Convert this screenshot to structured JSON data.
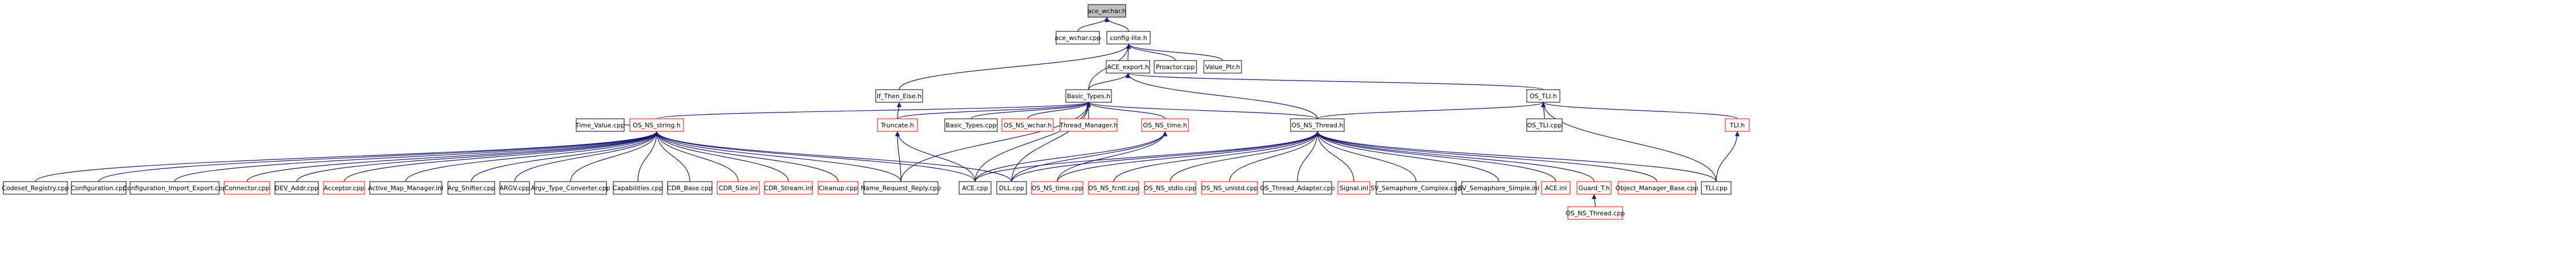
{
  "colors": {
    "edge": "#191970",
    "border_normal": "#000000",
    "border_truncated": "#ff0000",
    "root_fill": "#c0c0c0",
    "node_fill": "#ffffff",
    "text": "#000000"
  },
  "nodes": [
    {
      "id": "ace_wchar_h",
      "label": "ace_wchar.h",
      "kind": "root"
    },
    {
      "id": "ace_wchar_cpp",
      "label": "ace_wchar.cpp",
      "kind": "normal"
    },
    {
      "id": "config_lite_h",
      "label": "config-lite.h",
      "kind": "normal"
    },
    {
      "id": "ace_export_h",
      "label": "ACE_export.h",
      "kind": "normal"
    },
    {
      "id": "proactor_cpp",
      "label": "Proactor.cpp",
      "kind": "normal"
    },
    {
      "id": "value_ptr_h",
      "label": "Value_Ptr.h",
      "kind": "normal"
    },
    {
      "id": "if_then_else_h",
      "label": "If_Then_Else.h",
      "kind": "normal"
    },
    {
      "id": "basic_types_h",
      "label": "Basic_Types.h",
      "kind": "normal"
    },
    {
      "id": "os_tli_h",
      "label": "OS_TLI.h",
      "kind": "normal"
    },
    {
      "id": "time_value_cpp",
      "label": "Time_Value.cpp",
      "kind": "normal"
    },
    {
      "id": "os_ns_string_h",
      "label": "OS_NS_string.h",
      "kind": "truncated"
    },
    {
      "id": "truncate_h",
      "label": "Truncate.h",
      "kind": "truncated"
    },
    {
      "id": "basic_types_cpp",
      "label": "Basic_Types.cpp",
      "kind": "normal"
    },
    {
      "id": "os_ns_wchar_h",
      "label": "OS_NS_wchar.h",
      "kind": "truncated"
    },
    {
      "id": "thread_manager_h",
      "label": "Thread_Manager.h",
      "kind": "truncated"
    },
    {
      "id": "os_ns_time_h",
      "label": "OS_NS_time.h",
      "kind": "truncated"
    },
    {
      "id": "os_ns_thread_h",
      "label": "OS_NS_Thread.h",
      "kind": "normal"
    },
    {
      "id": "os_tli_cpp",
      "label": "OS_TLI.cpp",
      "kind": "normal"
    },
    {
      "id": "tli_h",
      "label": "TLI.h",
      "kind": "truncated"
    },
    {
      "id": "codeset_registry_cpp",
      "label": "Codeset_Registry.cpp",
      "kind": "normal"
    },
    {
      "id": "configuration_cpp",
      "label": "Configuration.cpp",
      "kind": "normal"
    },
    {
      "id": "configuration_import_export_cpp",
      "label": "Configuration_Import_Export.cpp",
      "kind": "normal"
    },
    {
      "id": "connector_cpp",
      "label": "Connector.cpp",
      "kind": "truncated"
    },
    {
      "id": "dev_addr_cpp",
      "label": "DEV_Addr.cpp",
      "kind": "normal"
    },
    {
      "id": "acceptor_cpp",
      "label": "Acceptor.cpp",
      "kind": "truncated"
    },
    {
      "id": "active_map_manager_inl",
      "label": "Active_Map_Manager.inl",
      "kind": "normal"
    },
    {
      "id": "arg_shifter_cpp",
      "label": "Arg_Shifter.cpp",
      "kind": "normal"
    },
    {
      "id": "argv_cpp",
      "label": "ARGV.cpp",
      "kind": "normal"
    },
    {
      "id": "args_type_converter_cpp",
      "label": "Argv_Type_Converter.cpp",
      "kind": "normal"
    },
    {
      "id": "capabilities_cpp",
      "label": "Capabilities.cpp",
      "kind": "normal"
    },
    {
      "id": "cdr_base_cpp",
      "label": "CDR_Base.cpp",
      "kind": "normal"
    },
    {
      "id": "cdr_size_inl",
      "label": "CDR_Size.inl",
      "kind": "truncated"
    },
    {
      "id": "cdr_stream_inl",
      "label": "CDR_Stream.inl",
      "kind": "truncated"
    },
    {
      "id": "cleanup_cpp",
      "label": "Cleanup.cpp",
      "kind": "truncated"
    },
    {
      "id": "name_request_reply_cpp",
      "label": "Name_Request_Reply.cpp",
      "kind": "normal"
    },
    {
      "id": "ace_cpp",
      "label": "ACE.cpp",
      "kind": "normal"
    },
    {
      "id": "dll_cpp",
      "label": "DLL.cpp",
      "kind": "normal"
    },
    {
      "id": "os_ns_time_cpp",
      "label": "OS_NS_time.cpp",
      "kind": "truncated"
    },
    {
      "id": "os_ns_fcntl_cpp",
      "label": "OS_NS_fcntl.cpp",
      "kind": "truncated"
    },
    {
      "id": "os_ns_stdio_cpp",
      "label": "OS_NS_stdio.cpp",
      "kind": "truncated"
    },
    {
      "id": "os_ns_unistd_cpp",
      "label": "OS_NS_unistd.cpp",
      "kind": "truncated"
    },
    {
      "id": "os_thread_adapter_cpp",
      "label": "OS_Thread_Adapter.cpp",
      "kind": "normal"
    },
    {
      "id": "signal_inl",
      "label": "Signal.inl",
      "kind": "truncated"
    },
    {
      "id": "sv_semaphore_complex_cpp",
      "label": "SV_Semaphore_Complex.cpp",
      "kind": "normal"
    },
    {
      "id": "sv_semaphore_simple_inl",
      "label": "SV_Semaphore_Simple.inl",
      "kind": "normal"
    },
    {
      "id": "ace_inl",
      "label": "ACE.inl",
      "kind": "truncated"
    },
    {
      "id": "guard_t_h",
      "label": "Guard_T.h",
      "kind": "truncated"
    },
    {
      "id": "object_manager_base_cpp",
      "label": "Object_Manager_Base.cpp",
      "kind": "truncated"
    },
    {
      "id": "tli_cpp",
      "label": "TLI.cpp",
      "kind": "normal"
    },
    {
      "id": "os_ns_thread_cpp",
      "label": "OS_NS_Thread.cpp",
      "kind": "truncated"
    }
  ],
  "edges": [
    [
      "ace_wchar_h",
      "ace_wchar_cpp"
    ],
    [
      "ace_wchar_h",
      "config_lite_h"
    ],
    [
      "config_lite_h",
      "ace_export_h"
    ],
    [
      "config_lite_h",
      "proactor_cpp"
    ],
    [
      "config_lite_h",
      "value_ptr_h"
    ],
    [
      "config_lite_h",
      "if_then_else_h"
    ],
    [
      "config_lite_h",
      "basic_types_h"
    ],
    [
      "ace_export_h",
      "basic_types_h"
    ],
    [
      "ace_export_h",
      "os_tli_h"
    ],
    [
      "ace_export_h",
      "os_ns_thread_h"
    ],
    [
      "if_then_else_h",
      "truncate_h"
    ],
    [
      "basic_types_h",
      "os_ns_string_h"
    ],
    [
      "basic_types_h",
      "truncate_h"
    ],
    [
      "basic_types_h",
      "basic_types_cpp"
    ],
    [
      "basic_types_h",
      "os_ns_wchar_h"
    ],
    [
      "basic_types_h",
      "thread_manager_h"
    ],
    [
      "basic_types_h",
      "os_ns_time_h"
    ],
    [
      "basic_types_h",
      "os_ns_thread_h"
    ],
    [
      "basic_types_h",
      "ace_cpp"
    ],
    [
      "basic_types_h",
      "dll_cpp"
    ],
    [
      "basic_types_h",
      "name_request_reply_cpp"
    ],
    [
      "os_tli_h",
      "os_tli_cpp"
    ],
    [
      "os_tli_h",
      "tli_h"
    ],
    [
      "os_tli_h",
      "os_ns_thread_h"
    ],
    [
      "os_tli_h",
      "tli_cpp"
    ],
    [
      "tli_h",
      "tli_cpp"
    ],
    [
      "os_ns_string_h",
      "time_value_cpp"
    ],
    [
      "os_ns_string_h",
      "codeset_registry_cpp"
    ],
    [
      "os_ns_string_h",
      "configuration_cpp"
    ],
    [
      "os_ns_string_h",
      "configuration_import_export_cpp"
    ],
    [
      "os_ns_string_h",
      "connector_cpp"
    ],
    [
      "os_ns_string_h",
      "dev_addr_cpp"
    ],
    [
      "os_ns_string_h",
      "acceptor_cpp"
    ],
    [
      "os_ns_string_h",
      "active_map_manager_inl"
    ],
    [
      "os_ns_string_h",
      "arg_shifter_cpp"
    ],
    [
      "os_ns_string_h",
      "argv_cpp"
    ],
    [
      "os_ns_string_h",
      "args_type_converter_cpp"
    ],
    [
      "os_ns_string_h",
      "capabilities_cpp"
    ],
    [
      "os_ns_string_h",
      "cdr_base_cpp"
    ],
    [
      "os_ns_string_h",
      "cdr_size_inl"
    ],
    [
      "os_ns_string_h",
      "cdr_stream_inl"
    ],
    [
      "os_ns_string_h",
      "cleanup_cpp"
    ],
    [
      "os_ns_string_h",
      "name_request_reply_cpp"
    ],
    [
      "os_ns_string_h",
      "ace_cpp"
    ],
    [
      "os_ns_string_h",
      "dll_cpp"
    ],
    [
      "truncate_h",
      "name_request_reply_cpp"
    ],
    [
      "truncate_h",
      "ace_cpp"
    ],
    [
      "os_ns_time_h",
      "ace_cpp"
    ],
    [
      "os_ns_time_h",
      "dll_cpp"
    ],
    [
      "os_ns_time_h",
      "os_ns_time_cpp"
    ],
    [
      "os_ns_thread_h",
      "ace_cpp"
    ],
    [
      "os_ns_thread_h",
      "dll_cpp"
    ],
    [
      "os_ns_thread_h",
      "os_ns_time_cpp"
    ],
    [
      "os_ns_thread_h",
      "os_ns_fcntl_cpp"
    ],
    [
      "os_ns_thread_h",
      "os_ns_stdio_cpp"
    ],
    [
      "os_ns_thread_h",
      "os_ns_unistd_cpp"
    ],
    [
      "os_ns_thread_h",
      "os_thread_adapter_cpp"
    ],
    [
      "os_ns_thread_h",
      "signal_inl"
    ],
    [
      "os_ns_thread_h",
      "sv_semaphore_complex_cpp"
    ],
    [
      "os_ns_thread_h",
      "sv_semaphore_simple_inl"
    ],
    [
      "os_ns_thread_h",
      "ace_inl"
    ],
    [
      "os_ns_thread_h",
      "guard_t_h"
    ],
    [
      "os_ns_thread_h",
      "object_manager_base_cpp"
    ],
    [
      "os_ns_thread_h",
      "tli_cpp"
    ],
    [
      "guard_t_h",
      "os_ns_thread_cpp"
    ]
  ]
}
